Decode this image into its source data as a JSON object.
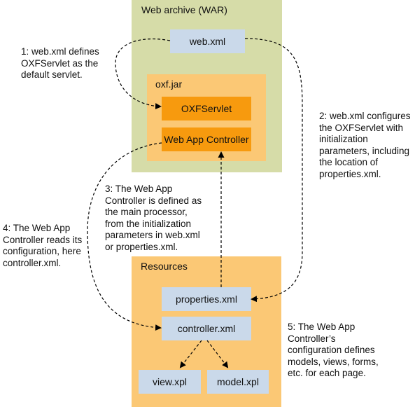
{
  "colors": {
    "war_bg": "#d6dca8",
    "oxfjar_bg": "#fbc875",
    "servlet_bg": "#f79a0e",
    "resources_bg": "#fbc875",
    "node_blue": "#cad9ea",
    "connector": "#000000"
  },
  "containers": {
    "war": "Web archive (WAR)",
    "oxfjar": "oxf.jar",
    "resources": "Resources"
  },
  "nodes": {
    "webxml": "web.xml",
    "oxfservlet": "OXFServlet",
    "webappcontroller": "Web App Controller",
    "propertiesxml": "properties.xml",
    "controllerxml": "controller.xml",
    "viewxpl": "view.xpl",
    "modelxpl": "model.xpl"
  },
  "annotations": {
    "step1": "1: web.xml defines\nOXFServlet as the\ndefault servlet.",
    "step2": "2: web.xml configures\nthe OXFServlet with\ninitialization\nparameters, including\nthe location of\nproperties.xml.",
    "step3": "3: The Web App\nController is defined as\nthe main processor,\nfrom the initialization\nparameters in web.xml\nor properties.xml.",
    "step4": "4: The Web App\nController reads its\nconfiguration, here\ncontroller.xml.",
    "step5": "5: The Web App\nController’s\nconfiguration defines\nmodels, views, forms,\netc. for each page."
  }
}
